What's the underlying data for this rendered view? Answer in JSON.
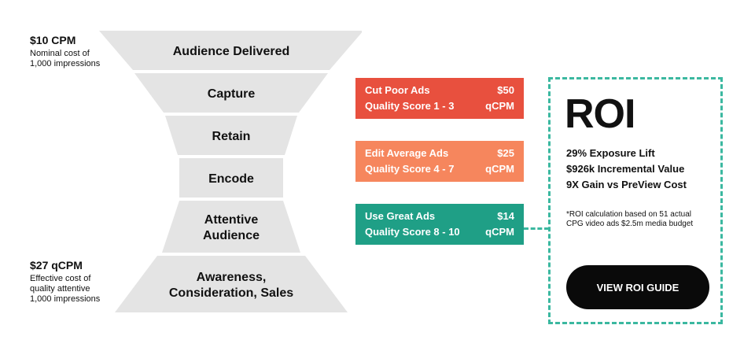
{
  "notes": {
    "top": {
      "value": "$10 CPM",
      "desc_line1": "Nominal cost of",
      "desc_line2": "1,000 impressions"
    },
    "bottom": {
      "value": "$27 qCPM",
      "desc_line1": "Effective cost of",
      "desc_line2": "quality attentive",
      "desc_line3": "1,000 impressions"
    }
  },
  "funnel": {
    "color": "#e4e4e4",
    "stages": [
      {
        "lines": [
          "Audience Delivered"
        ]
      },
      {
        "lines": [
          "Capture"
        ]
      },
      {
        "lines": [
          "Retain"
        ]
      },
      {
        "lines": [
          "Encode"
        ]
      },
      {
        "lines": [
          "Attentive",
          "Audience"
        ]
      },
      {
        "lines": [
          "Awareness,",
          "Consideration, Sales"
        ]
      }
    ]
  },
  "quality_boxes": {
    "cut": {
      "title": "Cut Poor Ads",
      "price": "$50",
      "score": "Quality Score 1 - 3",
      "unit": "qCPM",
      "color": "#e8503e"
    },
    "edit": {
      "title": "Edit Average Ads",
      "price": "$25",
      "score": "Quality Score 4 - 7",
      "unit": "qCPM",
      "color": "#f6865d"
    },
    "use": {
      "title": "Use Great Ads",
      "price": "$14",
      "score": "Quality Score 8 - 10",
      "unit": "qCPM",
      "color": "#1f9f86"
    }
  },
  "roi": {
    "title": "ROI",
    "metrics": [
      "29% Exposure Lift",
      "$926k Incremental Value",
      "9X Gain vs PreView Cost"
    ],
    "footnote": "*ROI calculation based on 51 actual CPG video ads $2.5m media budget",
    "button_label": "VIEW ROI GUIDE",
    "border_color": "#3bb8a0"
  }
}
